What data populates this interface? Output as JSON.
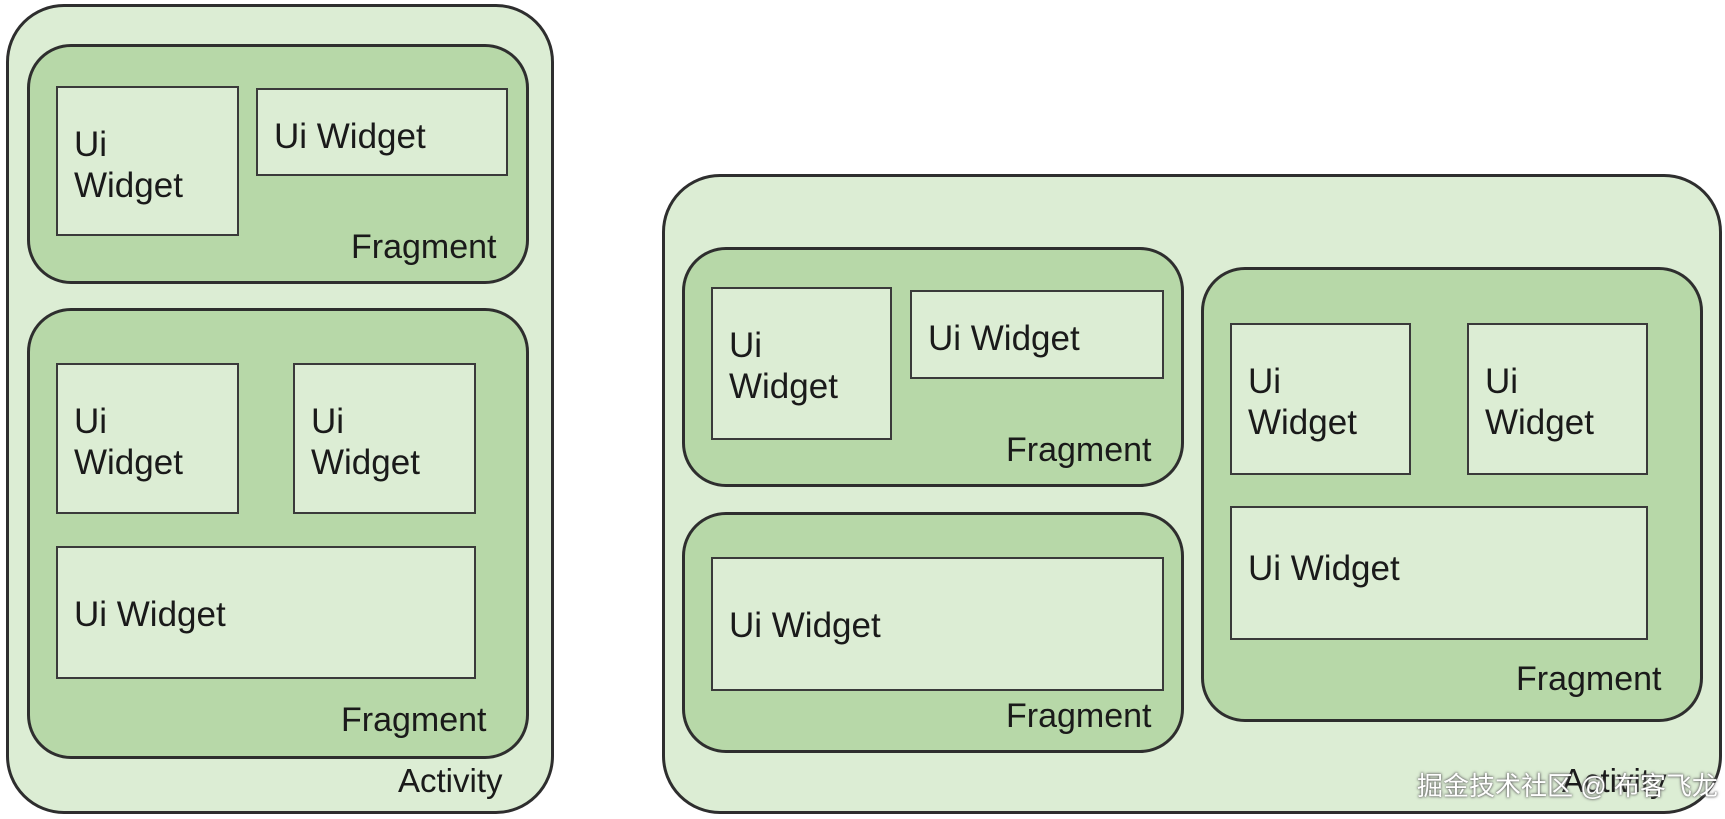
{
  "labels": {
    "activity": "Activity",
    "fragment": "Fragment",
    "ui": "Ui",
    "widget": "Widget",
    "ui_widget": "Ui Widget"
  },
  "watermark": "掘金技术社区 @ 布客飞龙",
  "colors": {
    "activity_fill": "#dcedd4",
    "fragment_fill": "#b7d8a8",
    "outline": "#2e2e2e"
  }
}
